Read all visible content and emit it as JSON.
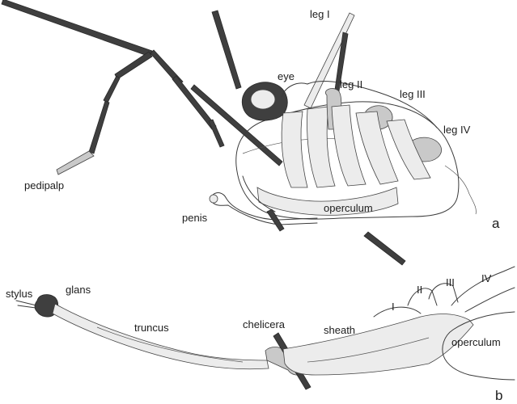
{
  "panel_a": {
    "letter": "a",
    "labels": {
      "leg1": "leg I",
      "eye": "eye",
      "leg2": "leg II",
      "leg3": "leg III",
      "leg4": "leg IV",
      "pedipalp": "pedipalp",
      "penis": "penis",
      "operculum": "operculum"
    }
  },
  "panel_b": {
    "letter": "b",
    "labels": {
      "stylus": "stylus",
      "glans": "glans",
      "truncus": "truncus",
      "chelicera": "chelicera",
      "sheath": "sheath",
      "operculum": "operculum",
      "leg1": "I",
      "leg2": "II",
      "leg3": "III",
      "leg4": "IV"
    }
  }
}
